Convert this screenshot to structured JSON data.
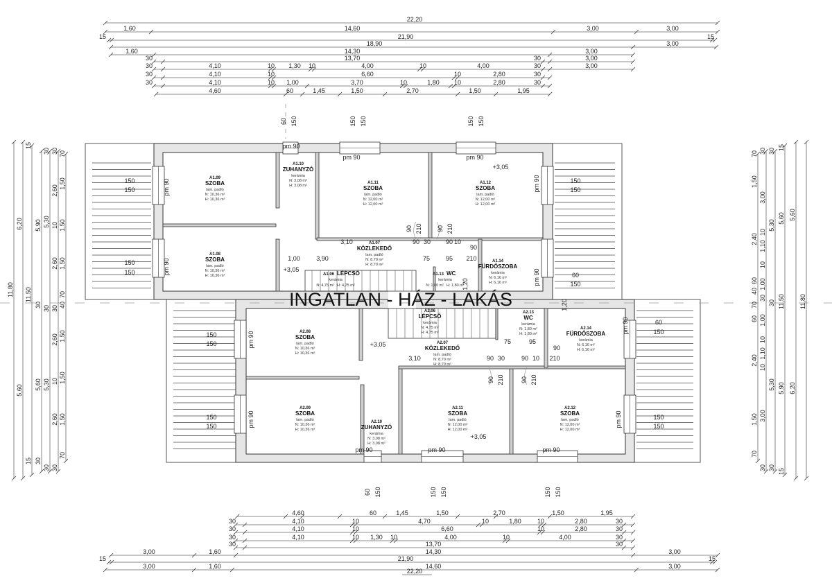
{
  "watermark": "INGATLAN - HÁZ - LAKÁS",
  "rooms": [
    {
      "id": "A1.09",
      "name": "SZOBA",
      "finish": "lam. padló",
      "net": "N: 10,36 m²",
      "gross": "H: 10,36 m²"
    },
    {
      "id": "A1.10",
      "name": "ZUHANYZÓ",
      "finish": "kerámia",
      "net": "N: 3,08 m²",
      "gross": "H: 3,08 m²"
    },
    {
      "id": "A1.11",
      "name": "SZOBA",
      "finish": "lam. padló",
      "net": "N: 12,00 m²",
      "gross": "H: 12,00 m²"
    },
    {
      "id": "A1.12",
      "name": "SZOBA",
      "finish": "lam. padló",
      "net": "N: 12,00 m²",
      "gross": "H: 12,00 m²"
    },
    {
      "id": "A1.08",
      "name": "SZOBA",
      "finish": "lam. padló",
      "net": "N: 10,36 m²",
      "gross": "H: 10,36 m²"
    },
    {
      "id": "A1.07",
      "name": "KÖZLEKEDŐ",
      "finish": "lam. padló",
      "net": "N: 8,70 m²",
      "gross": "H: 8,70 m²"
    },
    {
      "id": "A1.06",
      "name": "LÉPCSŐ",
      "finish": "kerámia",
      "net": "N: 4,75 m²",
      "gross": "H: 4,75 m²"
    },
    {
      "id": "A1.13",
      "name": "WC",
      "finish": "kerámia",
      "net": "N: 1,80 m²",
      "gross": "H: 1,80 m²"
    },
    {
      "id": "A1.14",
      "name": "FÜRDŐSZOBA",
      "finish": "kerámia",
      "net": "N: 6,16 m²",
      "gross": "H: 6,16 m²"
    },
    {
      "id": "A2.06",
      "name": "LÉPCSŐ",
      "finish": "kerámia",
      "net": "N: 4,75 m²",
      "gross": "H: 4,75 m²"
    },
    {
      "id": "A2.13",
      "name": "WC",
      "finish": "kerámia",
      "net": "N: 1,80 m²",
      "gross": "H: 1,80 m²"
    },
    {
      "id": "A2.14",
      "name": "FÜRDŐSZOBA",
      "finish": "kerámia",
      "net": "N: 6,16 m²",
      "gross": "H: 6,16 m²"
    },
    {
      "id": "A2.08",
      "name": "SZOBA",
      "finish": "lam. padló",
      "net": "N: 10,36 m²",
      "gross": "H: 10,36 m²"
    },
    {
      "id": "A2.07",
      "name": "KÖZLEKEDŐ",
      "finish": "lam. padló",
      "net": "N: 8,70 m²",
      "gross": "H: 8,70 m²"
    },
    {
      "id": "A2.09",
      "name": "SZOBA",
      "finish": "lam. padló",
      "net": "N: 10,36 m²",
      "gross": "H: 10,36 m²"
    },
    {
      "id": "A2.10",
      "name": "ZUHANYZÓ",
      "finish": "kerámia",
      "net": "N: 3,08 m²",
      "gross": "H: 3,08 m²"
    },
    {
      "id": "A2.11",
      "name": "SZOBA",
      "finish": "lam. padló",
      "net": "N: 12,00 m²",
      "gross": "H: 12,00 m²"
    },
    {
      "id": "A2.12",
      "name": "SZOBA",
      "finish": "lam. padló",
      "net": "N: 12,00 m²",
      "gross": "H: 12,00 m²"
    }
  ],
  "top_dims": [
    [
      "22,20"
    ],
    [
      "1,60",
      "14,60",
      "3,00",
      "3,00"
    ],
    [
      "15",
      "21,90",
      "15"
    ],
    [
      "18,90",
      "3,00"
    ],
    [
      "1,60",
      "14,30",
      "3,00"
    ],
    [
      "30",
      "13,70",
      "30",
      "3,00"
    ],
    [
      "30",
      "4,10",
      "10",
      "1,30",
      "10",
      "4,00",
      "10",
      "4,00",
      "30",
      "3,00"
    ],
    [
      "30",
      "4,10",
      "10",
      "6,60",
      "10",
      "2,80",
      "30"
    ],
    [
      "30",
      "4,10",
      "10",
      "1,00",
      "3,70",
      "10",
      "1,80",
      "10",
      "2,80",
      "30"
    ],
    [
      "4,60",
      "60",
      "1,45",
      "1,50",
      "2,70",
      "1,50",
      "1,95"
    ]
  ],
  "bottom_dims": [
    [
      "4,60",
      "60",
      "1,45",
      "1,50",
      "2,70",
      "1,50",
      "1,95"
    ],
    [
      "30",
      "4,10",
      "10",
      "4,70",
      "10",
      "1,80",
      "10",
      "2,80",
      "30"
    ],
    [
      "30",
      "4,10",
      "10",
      "6,60",
      "10",
      "2,80",
      "30"
    ],
    [
      "30",
      "4,10",
      "10",
      "1,30",
      "10",
      "4,00",
      "10",
      "4,00",
      "30"
    ],
    [
      "30",
      "13,70",
      "30"
    ],
    [
      "3,00",
      "1,60",
      "14,30",
      "3,00"
    ],
    [
      "15",
      "21,90",
      "15"
    ],
    [
      "3,00",
      "1,60",
      "14,60",
      "3,00"
    ],
    [
      "22,20"
    ]
  ],
  "left_dims": [
    [
      "11,80"
    ],
    [
      "6,20",
      "5,60"
    ],
    [
      "15",
      "11,50",
      "15"
    ],
    [
      "5,90",
      "30",
      "5,60",
      "30"
    ],
    [
      "30",
      "5,30",
      "30",
      "5,30",
      "30"
    ],
    [
      "30",
      "2,60",
      "10",
      "2,60",
      "30",
      "2,60",
      "10",
      "2,60",
      "30"
    ],
    [
      "70",
      "1,50",
      "1,50",
      "1,50",
      "70",
      "40",
      "1,50",
      "1,50",
      "1,50",
      "70"
    ]
  ],
  "right_dims": [
    [
      "70",
      "1,50",
      "2,40",
      "60",
      "40",
      "70",
      "60",
      "2,40",
      "1,50",
      "70"
    ],
    [
      "30",
      "3,00",
      "10",
      "1,10",
      "10",
      "1,00",
      "30",
      "1,00",
      "10",
      "1,10",
      "10",
      "3,00",
      "30"
    ],
    [
      "30",
      "5,30",
      "30",
      "5,30",
      "30"
    ],
    [
      "15",
      "5,60",
      "11,50",
      "5,90",
      "15"
    ],
    [
      "5,60",
      "6,20"
    ],
    [
      "11,80"
    ]
  ],
  "annotations": [
    "pm 90",
    "pm 90",
    "pm 90",
    "pm 90",
    "+3,05",
    "pm 90",
    "pm 90",
    "pm 90",
    "3,10",
    "90",
    "30",
    "90",
    "10",
    "1,00",
    "+3,05",
    "3,90",
    "75",
    "95",
    "210",
    "90",
    "1,20",
    "150",
    "150",
    "150",
    "150",
    "150",
    "150",
    "60",
    "150",
    "60",
    "150",
    "150",
    "150",
    "150",
    "150",
    "pm 90",
    "pm 90",
    "+3,05",
    "3,10",
    "90",
    "30",
    "90",
    "10",
    "75",
    "95",
    "90",
    "210",
    "1,20",
    "pm 90",
    "pm 90",
    "pm 90",
    "+3,05",
    "pm 90",
    "pm 90",
    "150",
    "150",
    "150",
    "150",
    "60",
    "150",
    "150",
    "150",
    "60",
    "150",
    "150",
    "150",
    "150",
    "150",
    "90",
    "210",
    "90",
    "210",
    "90",
    "210",
    "90",
    "210"
  ]
}
